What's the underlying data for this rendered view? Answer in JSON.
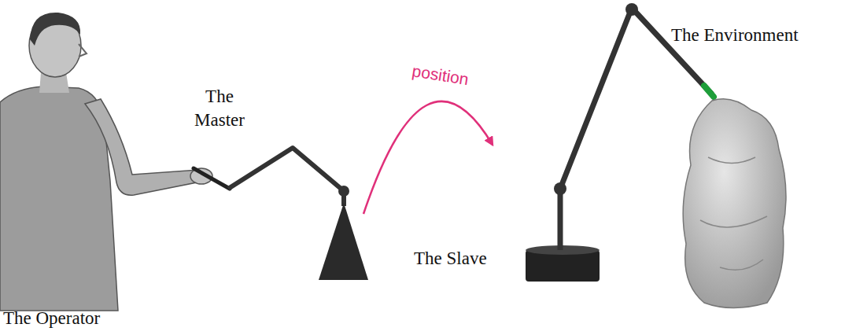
{
  "diagram": {
    "labels": [
      "The Master",
      "The Environment",
      "position",
      "The Slave",
      "The Operator"
    ]
  }
}
